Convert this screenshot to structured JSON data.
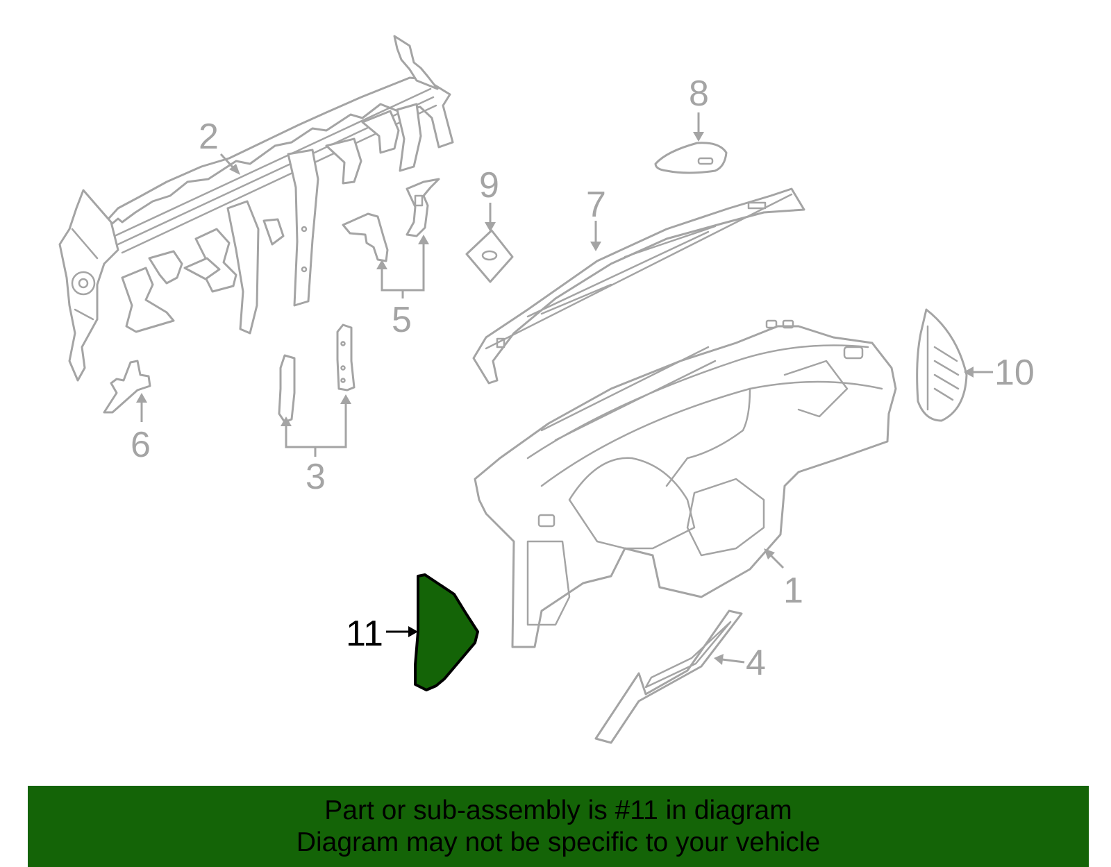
{
  "diagram": {
    "callouts": {
      "c1": "1",
      "c2": "2",
      "c3": "3",
      "c4": "4",
      "c5": "5",
      "c6": "6",
      "c7": "7",
      "c8": "8",
      "c9": "9",
      "c10": "10",
      "c11": "11"
    },
    "highlighted_part": "11",
    "colors": {
      "part_outline": "#a4a4a4",
      "highlight_fill": "#146407",
      "highlight_outline": "#000000",
      "banner_bg": "#146407"
    }
  },
  "banner": {
    "line1": "Part or sub-assembly is #11 in diagram",
    "line2": "Diagram may not be specific to your vehicle"
  }
}
